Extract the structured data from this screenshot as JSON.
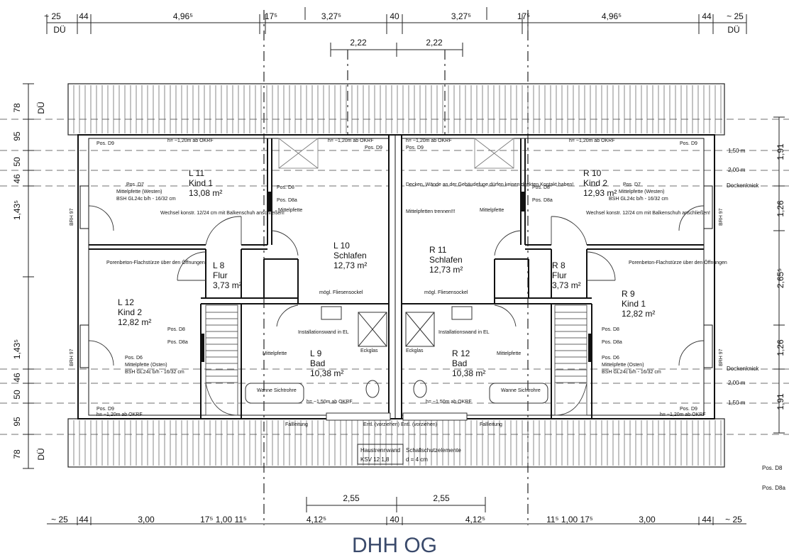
{
  "caption": "DHH OG",
  "top_dims": {
    "row1": [
      "~ 25",
      "44",
      "4,96⁵",
      "17⁵",
      "3,27⁵",
      "40",
      "3,27⁵",
      "17⁵",
      "4,96⁵",
      "44",
      "~ 25"
    ],
    "du_left": "DÜ",
    "du_right": "DÜ",
    "row2": [
      "2,22",
      "2,22"
    ]
  },
  "bottom_dims": {
    "row1": [
      "2,55",
      "2,55"
    ],
    "row2": [
      "~ 25",
      "44",
      "3,00",
      "17⁵ 1,00 11⁵",
      "4,12⁵",
      "40",
      "4,12⁵",
      "11⁵ 1,00 17⁵",
      "3,00",
      "44",
      "~ 25"
    ]
  },
  "left_dims": [
    "78",
    "DÜ",
    "95",
    "46",
    "50",
    "1,43⁵",
    "1,43⁵",
    "46",
    "50",
    "95",
    "78",
    "DÜ"
  ],
  "right_dims": [
    "1,91",
    "1,26",
    "2,65⁵",
    "1,26",
    "1,91"
  ],
  "right_levels": [
    "1,50 m",
    "2,00 m",
    "Dockenknick",
    "2,00 m",
    "1,50 m",
    "Dockenknick"
  ],
  "pos_labels": [
    "Pos. D8",
    "Pos. D8a"
  ],
  "rooms": [
    {
      "id": "L 11",
      "name": "Kind 1",
      "area": "13,08 m²"
    },
    {
      "id": "L 10",
      "name": "Schlafen",
      "area": "12,73 m²"
    },
    {
      "id": "L 8",
      "name": "Flur",
      "area": "3,73 m²"
    },
    {
      "id": "L 12",
      "name": "Kind 2",
      "area": "12,82 m²"
    },
    {
      "id": "L 9",
      "name": "Bad",
      "area": "10,38 m²"
    },
    {
      "id": "R 10",
      "name": "Kind 2",
      "area": "12,93 m²"
    },
    {
      "id": "R 11",
      "name": "Schlafen",
      "area": "12,73 m²"
    },
    {
      "id": "R 8",
      "name": "Flur",
      "area": "3,73 m²"
    },
    {
      "id": "R 9",
      "name": "Kind 1",
      "area": "12,82 m²"
    },
    {
      "id": "R 12",
      "name": "Bad",
      "area": "10,38 m²"
    }
  ],
  "notes": {
    "pos_d9": "Pos. D9",
    "okrf": "h= ~1,20m ab OKRF",
    "pos_d7": "Pos. D7",
    "mittelpfette_westen": "Mittelpfette (Westen)",
    "bsh": "BSH GL24c b/h - 16/32 cm",
    "pos_d6": "Pos. D6",
    "mittelpfette_osten": "Mittelpfette (Osten)",
    "wechsel": "Wechsel konstr. 12/24 cm mit Balkenschuh anschließen!",
    "porenbeton": "Porenbeton-Flachstürze über den Öffnungen",
    "moegl": "mögl. Fliesensockel",
    "installationswand": "Installationswand in EL",
    "entl": "Entl. (vorziehen)",
    "eckeglas": "Eckglas",
    "mittelpfette": "Mittelpfette",
    "decken": "Decken, Wände an der Gebäudefuge dürfen keinen direkten Kontakt haben!",
    "mittelpfetten_trennen": "Mittelpfetten trennen!!!",
    "hausentrennwand": "Haustrennwand",
    "ksv": "KSV 12 1,8",
    "schallschutz": "Schallschutzelemente",
    "d4": "d = 4 cm",
    "falleitung": "Fallleitung",
    "fenster": "BRH 97",
    "durchgang": "h= ~1,50m ab OKRF",
    "wanne": "Wanne Sichtrohre"
  }
}
